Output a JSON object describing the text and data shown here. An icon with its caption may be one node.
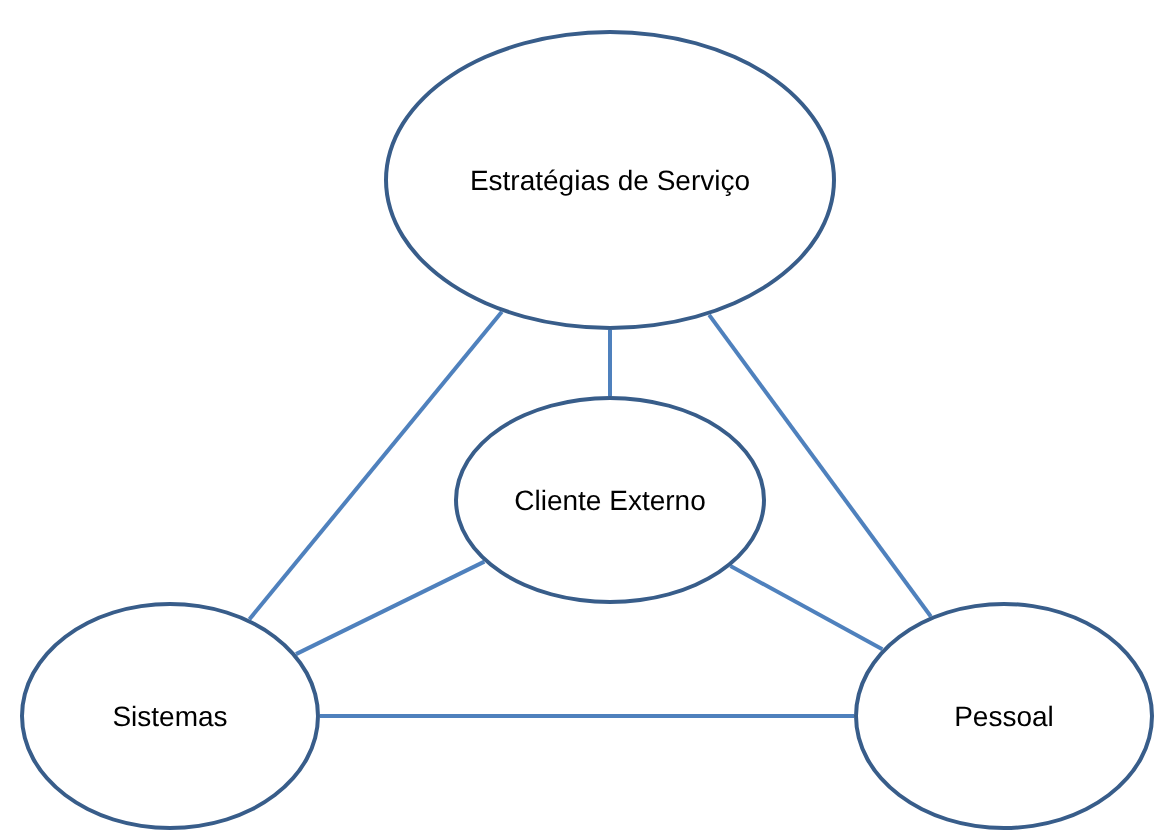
{
  "diagram": {
    "nodes": [
      {
        "text": [
          "Estratégias de Serviço"
        ]
      },
      {
        "text": [
          "Cliente Externo"
        ]
      },
      {
        "text": [
          "Sistemas"
        ]
      },
      {
        "text": [
          "Pessoal"
        ]
      }
    ],
    "edges": [
      {
        "from": 0,
        "to": 1,
        "arrow": "none"
      },
      {
        "from": 0,
        "to": 2,
        "arrow": "none"
      },
      {
        "from": 0,
        "to": 3,
        "arrow": "none"
      },
      {
        "from": 1,
        "to": 2,
        "arrow": "none"
      },
      {
        "from": 1,
        "to": 3,
        "arrow": "none"
      },
      {
        "from": 2,
        "to": 3,
        "arrow": "none"
      }
    ]
  }
}
